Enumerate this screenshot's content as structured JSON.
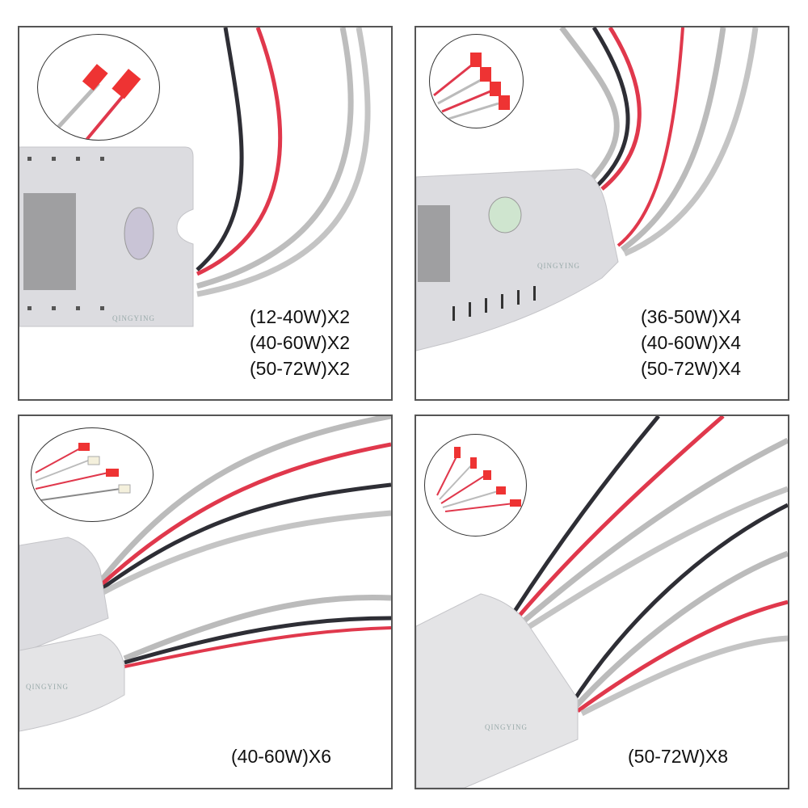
{
  "panels": [
    {
      "labels": [
        "(12-40W)X2",
        "(40-60W)X2",
        "(50-72W)X2"
      ]
    },
    {
      "labels": [
        "(36-50W)X4",
        "(40-60W)X4",
        "(50-72W)X4"
      ]
    },
    {
      "labels": [
        "(40-60W)X6"
      ]
    },
    {
      "labels": [
        "(50-72W)X8"
      ]
    }
  ],
  "watermark": "QINGYING",
  "colors": {
    "wire_red": "#e0384c",
    "wire_black": "#2e2e35",
    "wire_gray": "#b9b9b9",
    "housing": "#e4e4e6",
    "border": "#555555"
  }
}
